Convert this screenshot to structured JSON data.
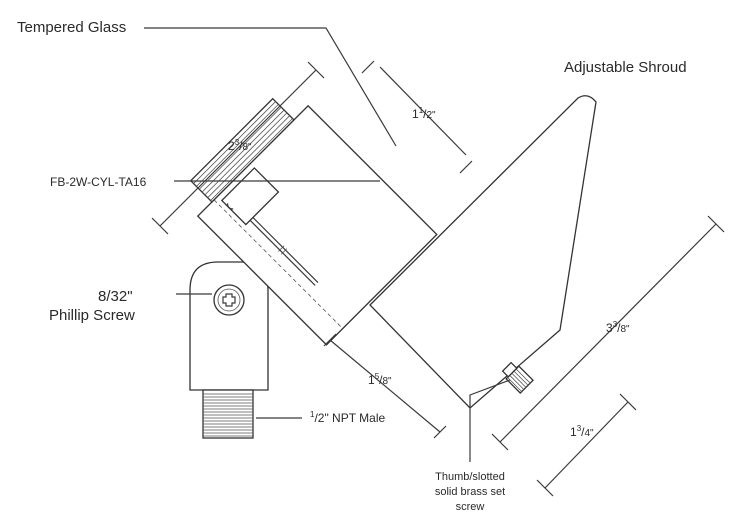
{
  "labels": {
    "tempered_glass": "Tempered Glass",
    "adjustable_shroud": "Adjustable Shroud",
    "model": "FB-2W-CYL-TA16",
    "screw_size": "8/32\"",
    "screw_type": "Phillip Screw",
    "npt_whole": "1",
    "npt_frac": "/2\" NPT Male",
    "thumb_line1": "Thumb/slotted",
    "thumb_line2": "solid brass set",
    "thumb_line3": "screw"
  },
  "dimensions": {
    "glass_depth": {
      "whole": "1",
      "num": "1",
      "den": "2\""
    },
    "body_length": {
      "whole": "2",
      "num": "3",
      "den": "8\""
    },
    "body_width": {
      "whole": "1",
      "num": "5",
      "den": "8\""
    },
    "shroud_length": {
      "whole": "3",
      "num": "3",
      "den": "8\""
    },
    "shroud_offset": {
      "whole": "1",
      "num": "3",
      "den": "4\""
    }
  }
}
